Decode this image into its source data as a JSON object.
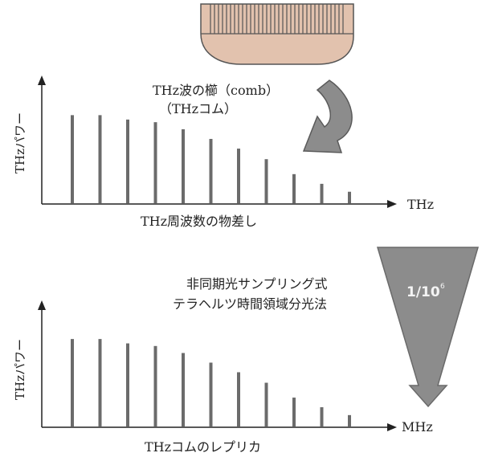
{
  "colors": {
    "ink": "#222222",
    "bar": "#6b6b6b",
    "comb_fill": "#e2c2ae",
    "comb_stroke": "#555555",
    "arrow_fill": "#8c8c8c",
    "arrow_stroke": "#5a5a5a"
  },
  "icons": {
    "comb": "comb-icon",
    "curved_arrow": "curved-arrow-icon",
    "reduction_arrow": "down-wedge-arrow-icon"
  },
  "top": {
    "comb_label_line1": "THz波の櫛（comb）",
    "comb_label_line2": "（THzコム）",
    "ylabel": "THzパワー",
    "xunit": "THz",
    "caption": "THz周波数の物差し"
  },
  "bottom": {
    "method_line1": "非同期光サンプリング式",
    "method_line2": "テラヘルツ時間領域分光法",
    "ylabel": "THzパワー",
    "xunit": "MHz",
    "caption": "THzコムのレプリカ"
  },
  "reduction": {
    "base": "1/10",
    "exponent": "6"
  },
  "chart_data": [
    {
      "type": "bar",
      "ylabel": "THzパワー",
      "xlabel": "THz",
      "values": [
        100,
        100,
        95,
        92,
        84,
        73,
        62,
        50,
        33,
        22,
        13
      ],
      "ylim": [
        0,
        135
      ]
    },
    {
      "type": "bar",
      "ylabel": "THzパワー",
      "xlabel": "MHz",
      "values": [
        100,
        100,
        95,
        92,
        84,
        73,
        62,
        50,
        33,
        22,
        13
      ],
      "ylim": [
        0,
        135
      ]
    }
  ]
}
